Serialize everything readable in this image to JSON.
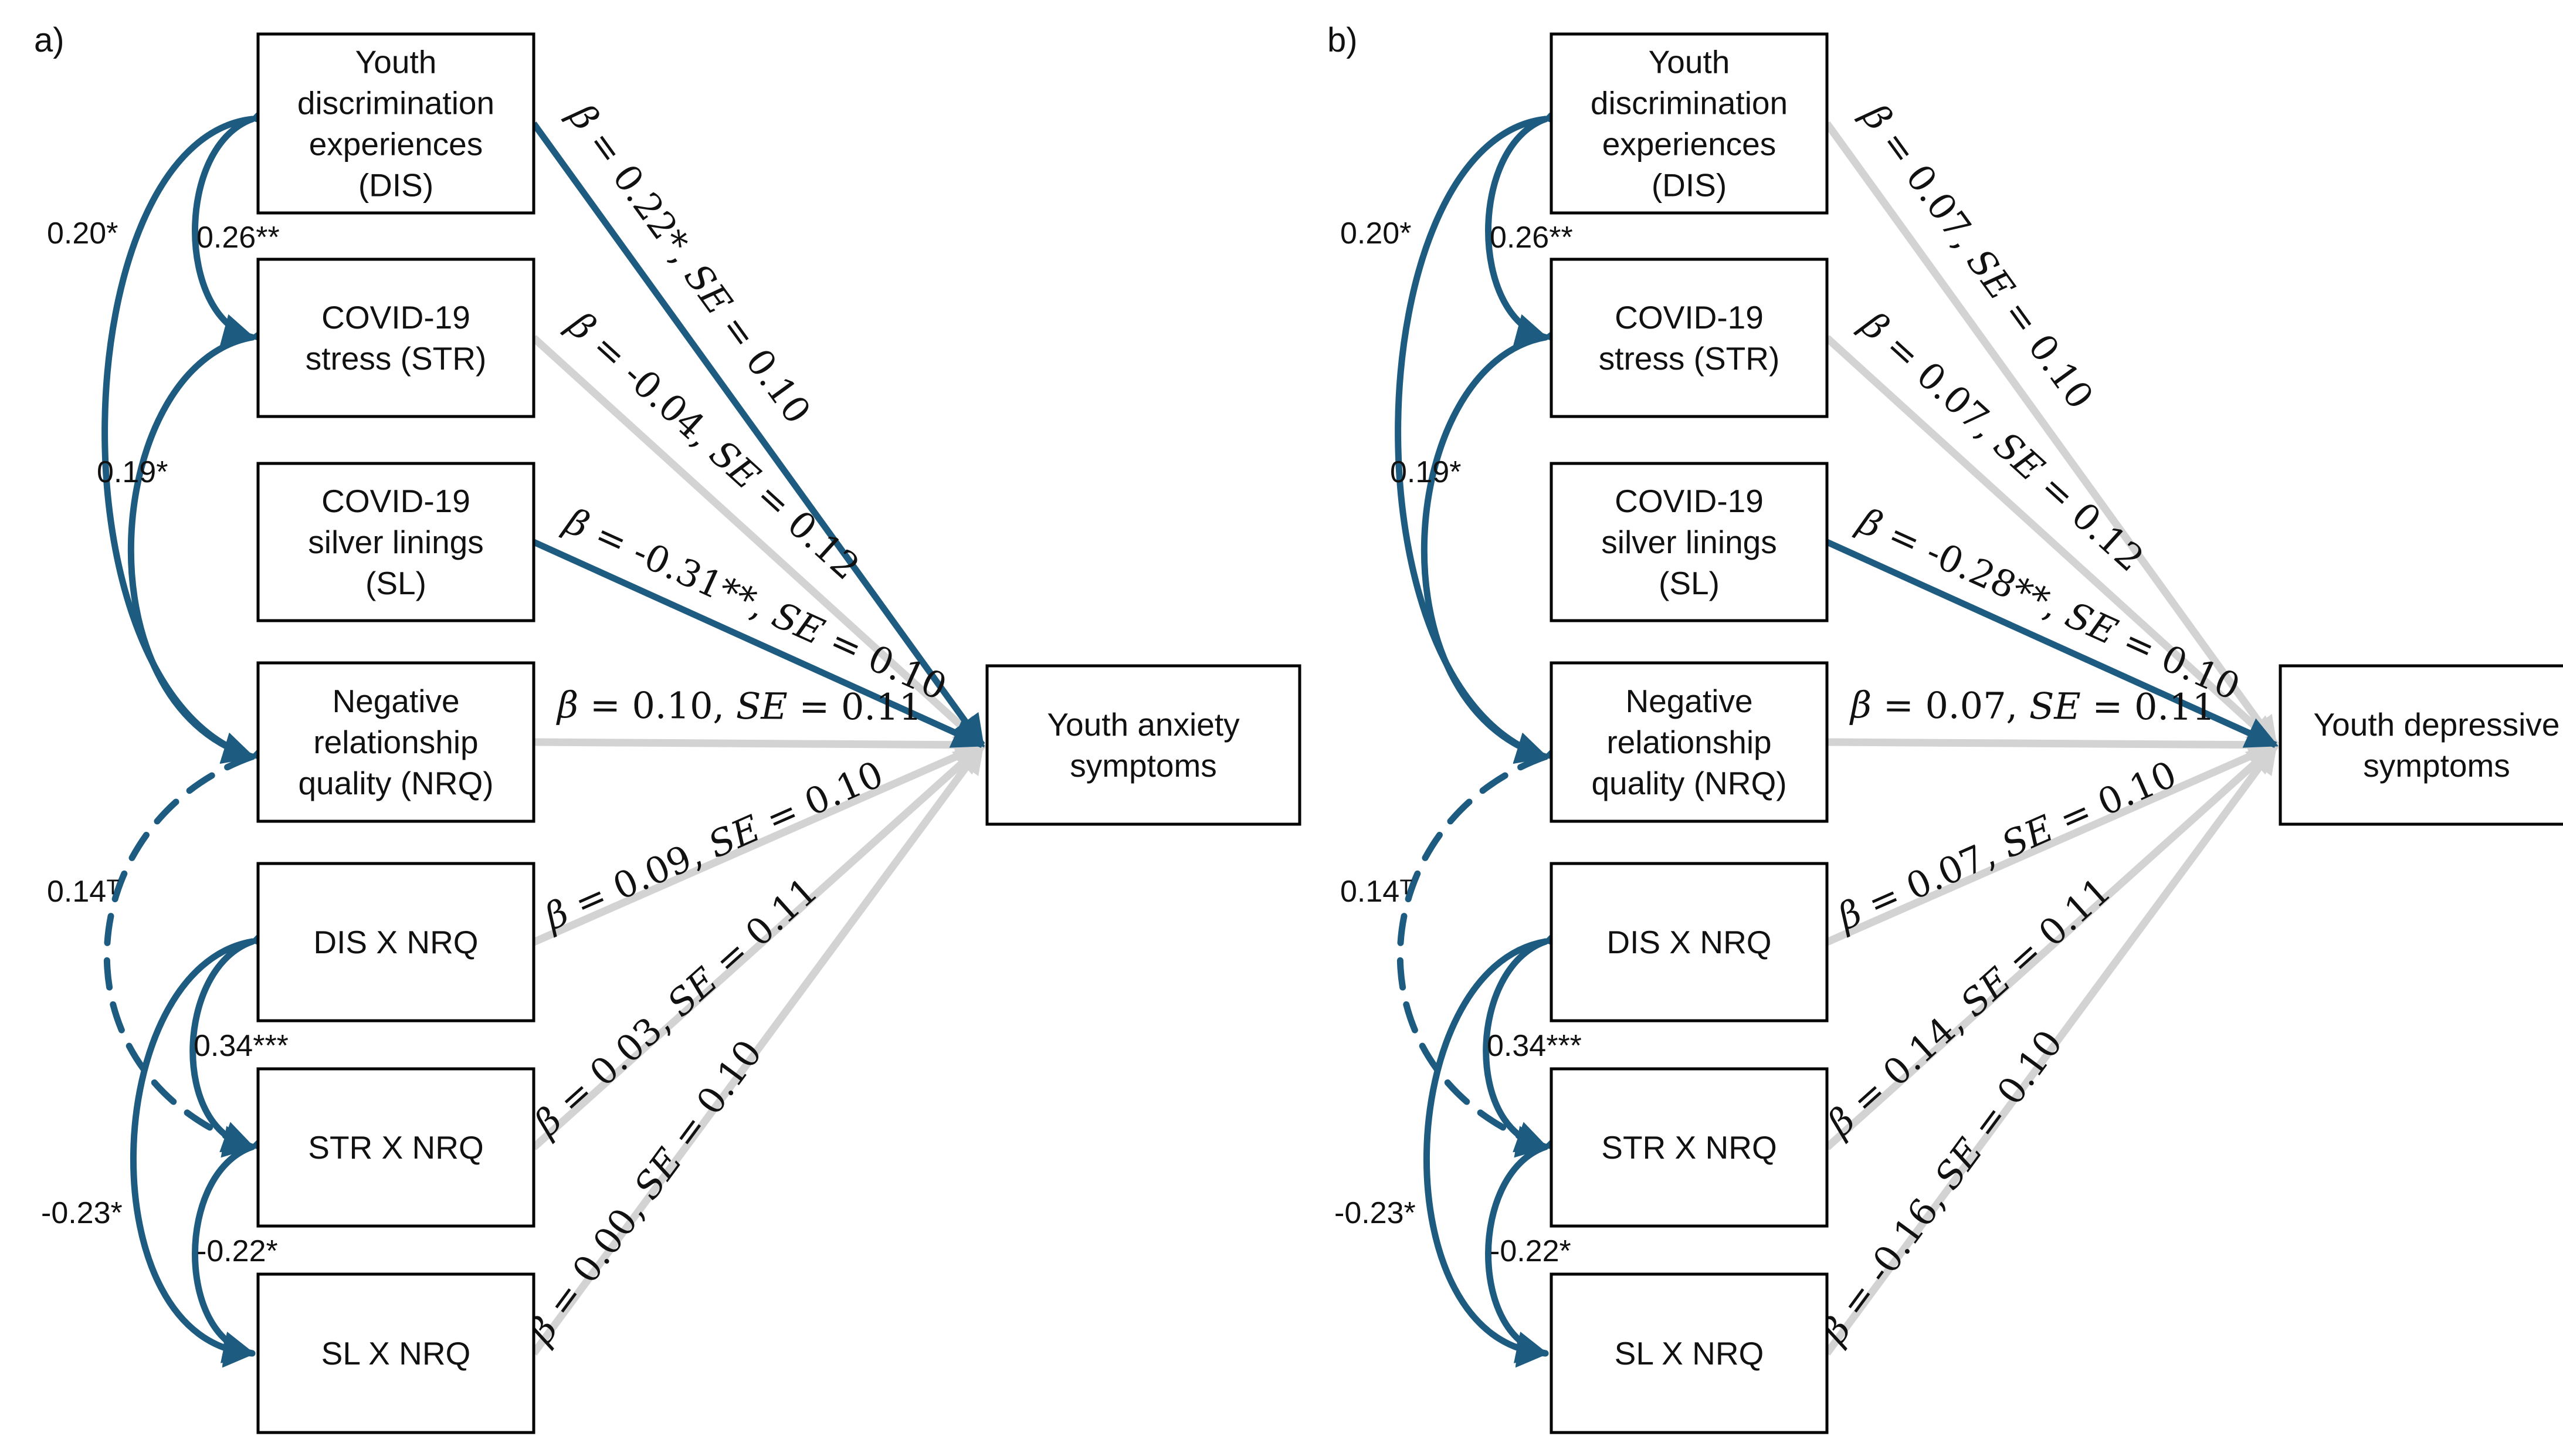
{
  "colors": {
    "significant": "#1d5c80",
    "nonsignificant": "#d3d3d3",
    "box_border": "#000000",
    "text": "#111111"
  },
  "panels": [
    {
      "label": "a)",
      "predictors": [
        {
          "key": "dis",
          "lines": [
            "Youth",
            "discrimination",
            "experiences",
            "(DIS)"
          ]
        },
        {
          "key": "str",
          "lines": [
            "COVID-19",
            "stress (STR)"
          ]
        },
        {
          "key": "sl",
          "lines": [
            "COVID-19",
            "silver linings",
            "(SL)"
          ]
        },
        {
          "key": "nrq",
          "lines": [
            "Negative",
            "relationship",
            "quality (NRQ)"
          ]
        },
        {
          "key": "disx",
          "lines": [
            "DIS X NRQ"
          ]
        },
        {
          "key": "strx",
          "lines": [
            "STR X NRQ"
          ]
        },
        {
          "key": "slx",
          "lines": [
            "SL X NRQ"
          ]
        }
      ],
      "outcome": {
        "lines": [
          "Youth anxiety",
          "symptoms"
        ]
      },
      "paths": [
        {
          "beta": "0.22*",
          "se": "0.10",
          "significant": true
        },
        {
          "beta": "-0.04",
          "se": "0.12",
          "significant": false
        },
        {
          "beta": "-0.31**",
          "se": "0.10",
          "significant": true
        },
        {
          "beta": "0.10",
          "se": "0.11",
          "significant": false
        },
        {
          "beta": "0.09",
          "se": "0.10",
          "significant": false
        },
        {
          "beta": "0.03",
          "se": "0.11",
          "significant": false
        },
        {
          "beta": "0.00",
          "se": "0.10",
          "significant": false
        }
      ],
      "covariances": {
        "dis_nrq": "0.20*",
        "dis_str": "0.26**",
        "str_nrq": "0.19*",
        "nrq_strx": "0.14ᵀ",
        "disx_strx": "0.34***",
        "disx_slx": "-0.23*",
        "strx_slx": "-0.22*"
      }
    },
    {
      "label": "b)",
      "predictors": [
        {
          "key": "dis",
          "lines": [
            "Youth",
            "discrimination",
            "experiences",
            "(DIS)"
          ]
        },
        {
          "key": "str",
          "lines": [
            "COVID-19",
            "stress (STR)"
          ]
        },
        {
          "key": "sl",
          "lines": [
            "COVID-19",
            "silver linings",
            "(SL)"
          ]
        },
        {
          "key": "nrq",
          "lines": [
            "Negative",
            "relationship",
            "quality (NRQ)"
          ]
        },
        {
          "key": "disx",
          "lines": [
            "DIS X NRQ"
          ]
        },
        {
          "key": "strx",
          "lines": [
            "STR X NRQ"
          ]
        },
        {
          "key": "slx",
          "lines": [
            "SL X NRQ"
          ]
        }
      ],
      "outcome": {
        "lines": [
          "Youth depressive",
          "symptoms"
        ]
      },
      "paths": [
        {
          "beta": "0.07",
          "se": "0.10",
          "significant": false
        },
        {
          "beta": "0.07",
          "se": "0.12",
          "significant": false
        },
        {
          "beta": "-0.28**",
          "se": "0.10",
          "significant": true
        },
        {
          "beta": "0.07",
          "se": "0.11",
          "significant": false
        },
        {
          "beta": "0.07",
          "se": "0.10",
          "significant": false
        },
        {
          "beta": "0.14",
          "se": "0.11",
          "significant": false
        },
        {
          "beta": "-0.16",
          "se": "0.10",
          "significant": false
        }
      ],
      "covariances": {
        "dis_nrq": "0.20*",
        "dis_str": "0.26**",
        "str_nrq": "0.19*",
        "nrq_strx": "0.14ᵀ",
        "disx_strx": "0.34***",
        "disx_slx": "-0.23*",
        "strx_slx": "-0.22*"
      }
    }
  ]
}
